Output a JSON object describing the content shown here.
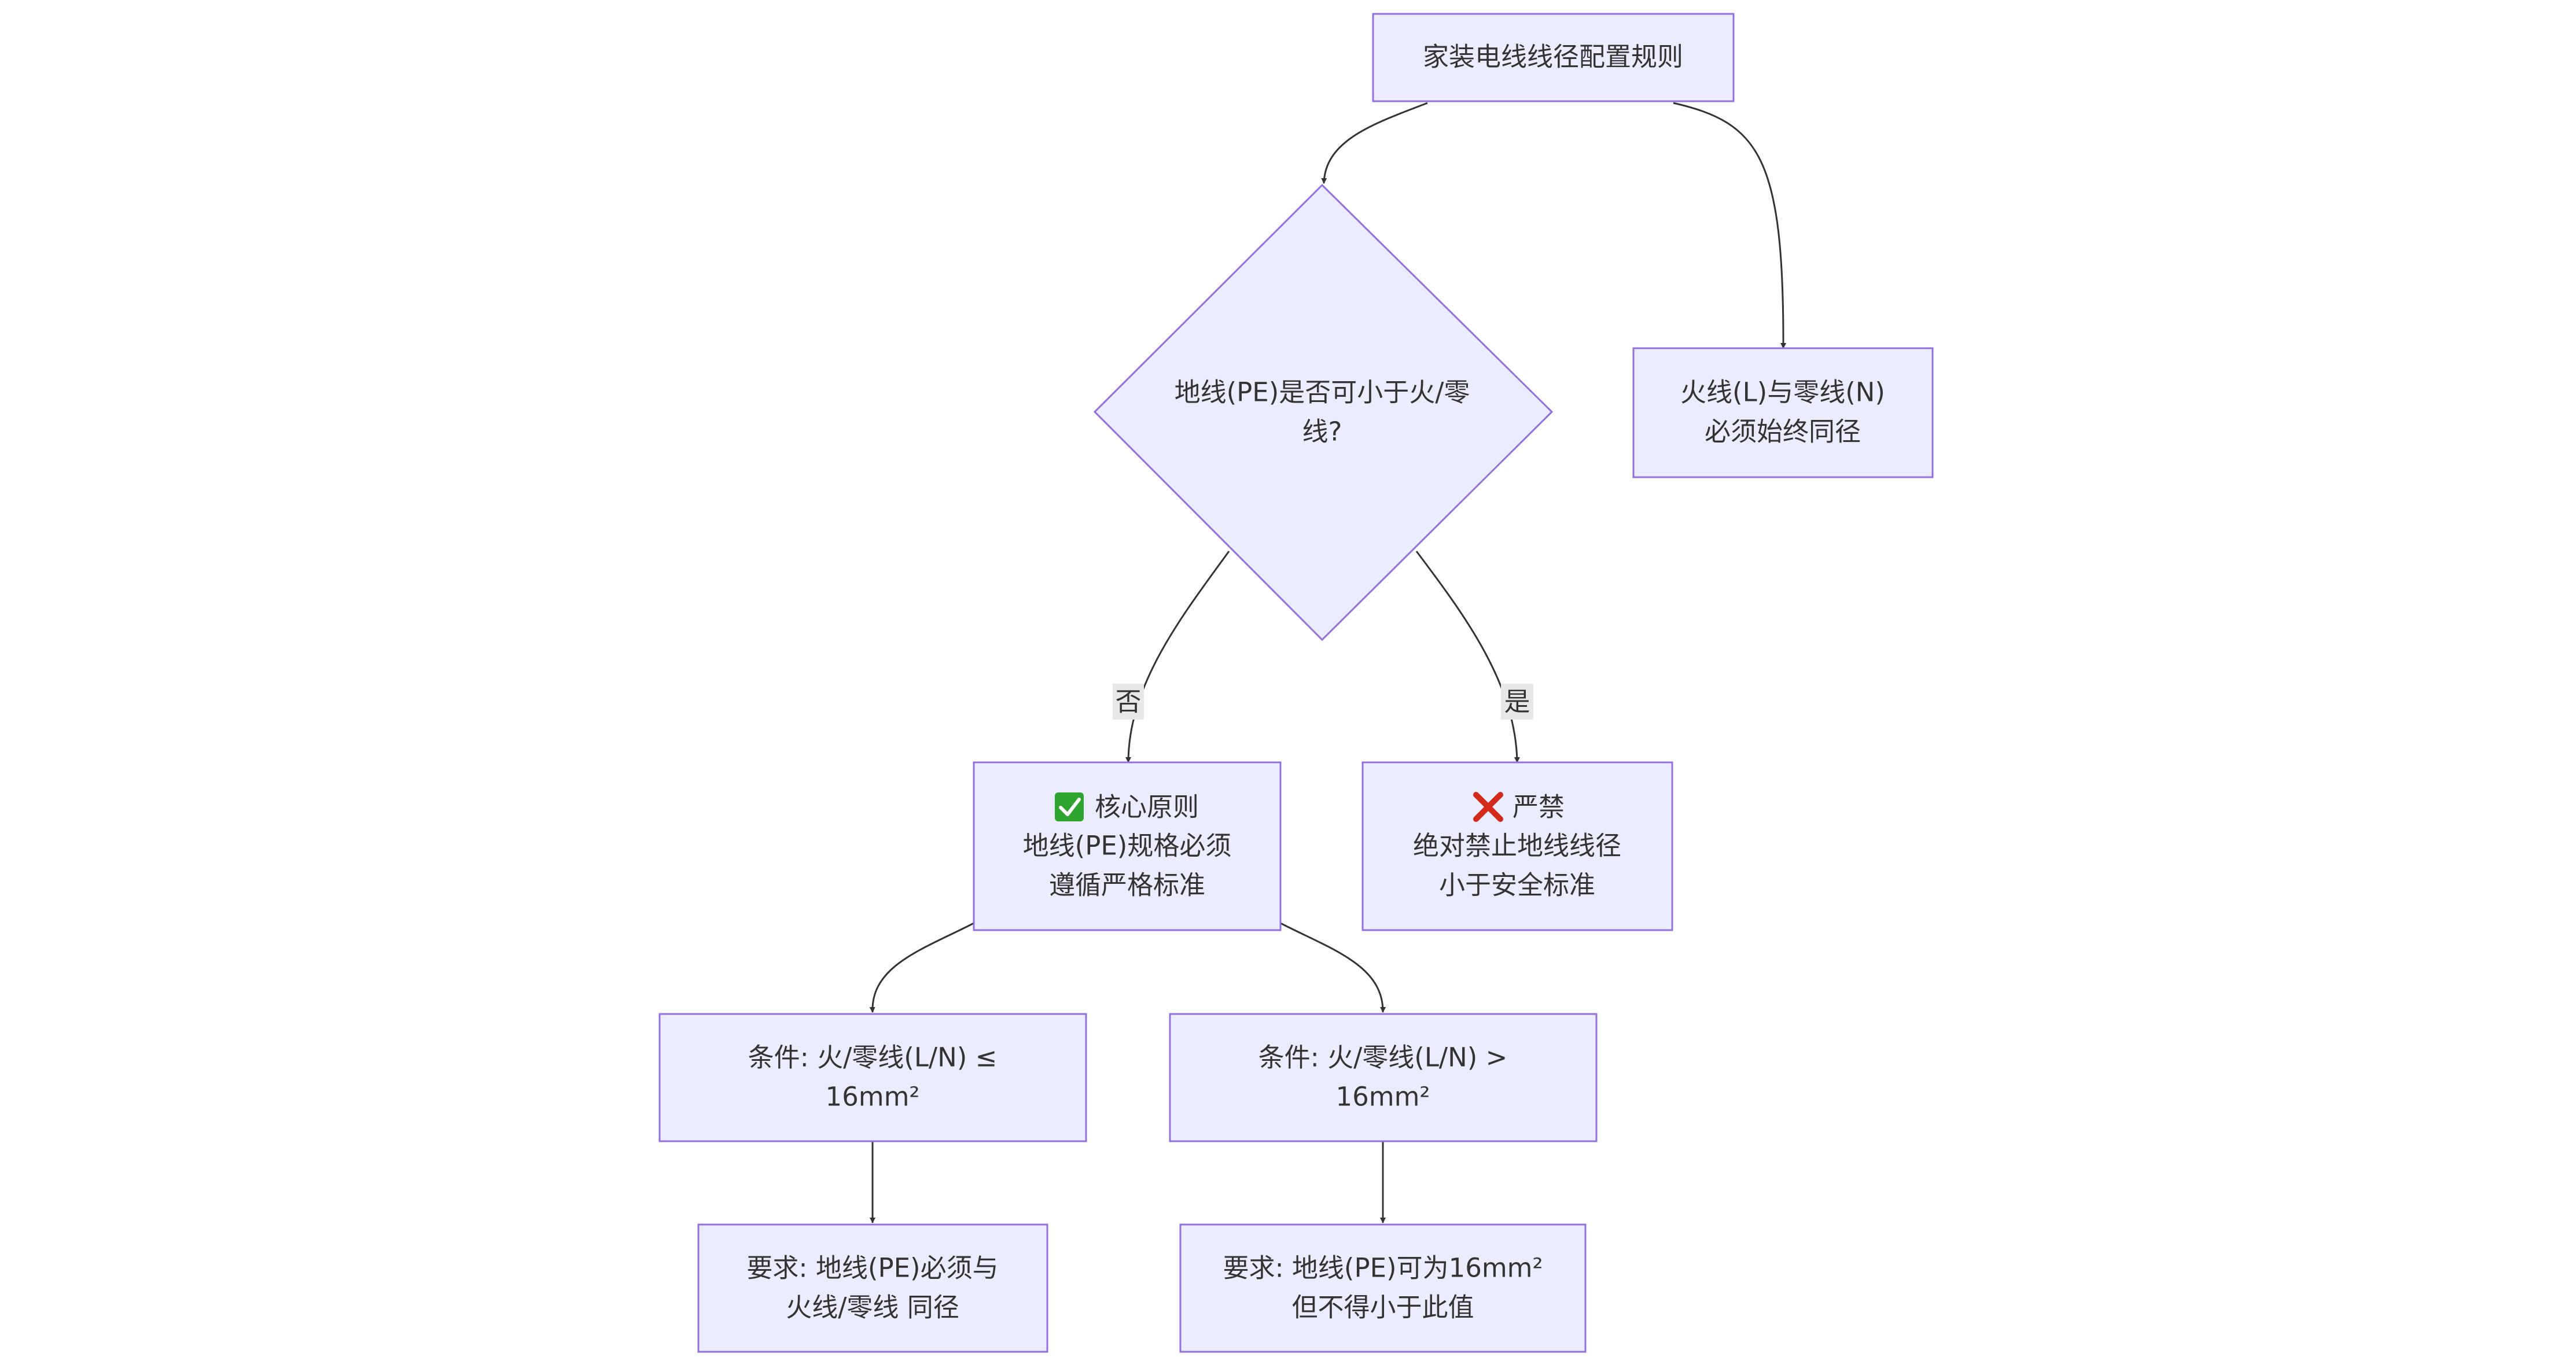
{
  "colors": {
    "node_fill": "#ECECFF",
    "node_stroke": "#9370DB",
    "edge_stroke": "#333333",
    "text": "#333333",
    "label_bg": "#E8E8E8",
    "check_icon_bg": "#2FA52F",
    "cross_icon": "#D42A1A"
  },
  "nodes": {
    "root": {
      "text": "家装电线线径配置规则"
    },
    "decision": {
      "line1": "地线(PE)是否可小于火/零",
      "line2": "线?"
    },
    "same_gauge": {
      "line1": "火线(L)与零线(N)",
      "line2": "必须始终同径"
    },
    "principle": {
      "icon": "check-mark-icon",
      "line1": "核心原则",
      "line2": "地线(PE)规格必须",
      "line3": "遵循严格标准"
    },
    "forbidden": {
      "icon": "cross-mark-icon",
      "line1": "严禁",
      "line2": "绝对禁止地线线径",
      "line3": "小于安全标准"
    },
    "cond_le": {
      "line1": "条件: 火/零线(L/N) ≤",
      "line2": "16mm²"
    },
    "cond_gt": {
      "line1": "条件: 火/零线(L/N) >",
      "line2": "16mm²"
    },
    "req_le": {
      "line1": "要求: 地线(PE)必须与",
      "line2": "火线/零线 同径"
    },
    "req_gt": {
      "line1": "要求: 地线(PE)可为16mm²",
      "line2": "但不得小于此值"
    }
  },
  "edge_labels": {
    "no": "否",
    "yes": "是"
  }
}
